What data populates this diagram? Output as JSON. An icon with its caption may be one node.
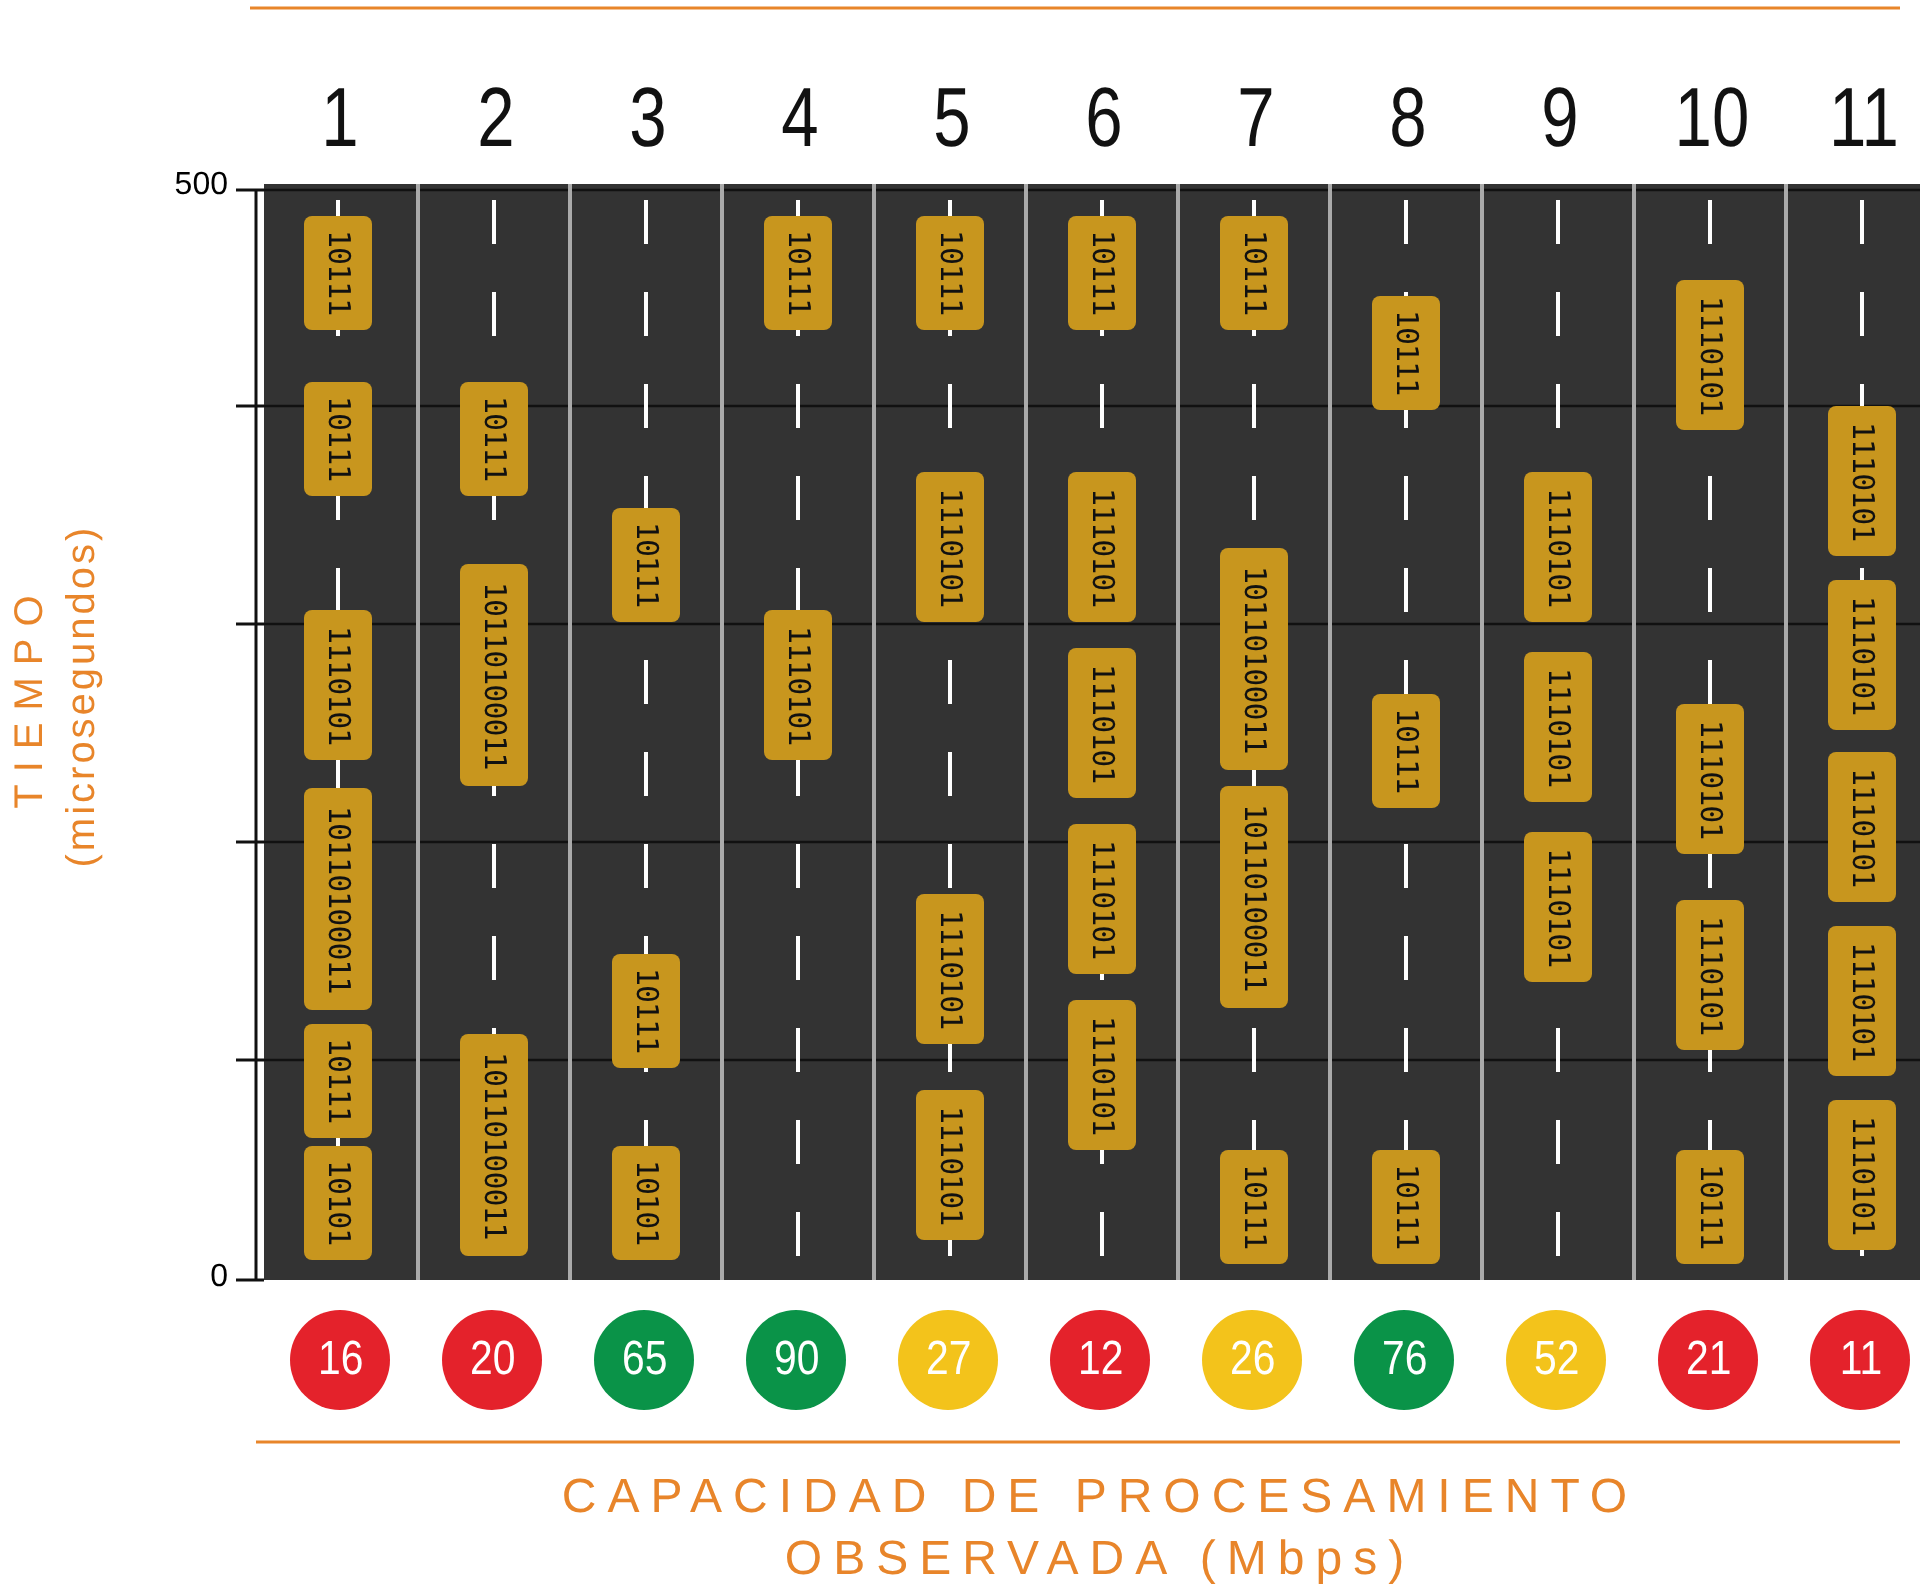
{
  "diagram": {
    "nodes": [
      {
        "text": [
          "1"
        ]
      },
      {
        "text": [
          "10111"
        ],
        "in": 0
      },
      {
        "text": [
          "10111"
        ],
        "in": 0
      },
      {
        "text": [
          "1110101"
        ],
        "in": 0
      },
      {
        "text": [
          "10110100011"
        ],
        "in": 0
      },
      {
        "text": [
          "10111"
        ],
        "in": 0
      },
      {
        "text": [
          "10101"
        ],
        "in": 0
      },
      {
        "text": [
          "2"
        ]
      },
      {
        "text": [
          "10111"
        ],
        "in": 7
      },
      {
        "text": [
          "10110100011"
        ],
        "in": 7
      },
      {
        "text": [
          "10110100011"
        ],
        "in": 7
      },
      {
        "text": [
          "3"
        ]
      },
      {
        "text": [
          "10111"
        ],
        "in": 11
      },
      {
        "text": [
          "10111"
        ],
        "in": 11
      },
      {
        "text": [
          "10101"
        ],
        "in": 11
      },
      {
        "text": [
          "4"
        ]
      },
      {
        "text": [
          "10111"
        ],
        "in": 15
      },
      {
        "text": [
          "1110101"
        ],
        "in": 15
      },
      {
        "text": [
          "5"
        ]
      },
      {
        "text": [
          "10111"
        ],
        "in": 18
      },
      {
        "text": [
          "1110101"
        ],
        "in": 18
      },
      {
        "text": [
          "1110101"
        ],
        "in": 18
      },
      {
        "text": [
          "1110101"
        ],
        "in": 18
      },
      {
        "text": [
          "6"
        ]
      },
      {
        "text": [
          "10111"
        ],
        "in": 23
      },
      {
        "text": [
          "1110101"
        ],
        "in": 23
      },
      {
        "text": [
          "1110101"
        ],
        "in": 23
      },
      {
        "text": [
          "1110101"
        ],
        "in": 23
      },
      {
        "text": [
          "1110101"
        ],
        "in": 23
      },
      {
        "text": [
          "7"
        ]
      },
      {
        "text": [
          "10111"
        ],
        "in": 29
      },
      {
        "text": [
          "10110100011"
        ],
        "in": 29
      },
      {
        "text": [
          "10110100011"
        ],
        "in": 29
      },
      {
        "text": [
          "10111"
        ],
        "in": 29
      },
      {
        "text": [
          "8"
        ]
      },
      {
        "text": [
          "10111"
        ],
        "in": 34
      },
      {
        "text": [
          "10111"
        ],
        "in": 34
      },
      {
        "text": [
          "10111"
        ],
        "in": 34
      },
      {
        "text": [
          "9"
        ]
      },
      {
        "text": [
          "1110101"
        ],
        "in": 38
      },
      {
        "text": [
          "1110101"
        ],
        "in": 38
      },
      {
        "text": [
          "1110101"
        ],
        "in": 38
      },
      {
        "text": [
          "10"
        ]
      },
      {
        "text": [
          "1110101"
        ],
        "in": 42
      },
      {
        "text": [
          "1110101"
        ],
        "in": 42
      },
      {
        "text": [
          "1110101"
        ],
        "in": 42
      },
      {
        "text": [
          "10111"
        ],
        "in": 42
      },
      {
        "text": [
          "11"
        ]
      },
      {
        "text": [
          "1110101"
        ],
        "in": 47
      },
      {
        "text": [
          "1110101"
        ],
        "in": 47
      },
      {
        "text": [
          "1110101"
        ],
        "in": 47
      },
      {
        "text": [
          "1110101"
        ],
        "in": 47
      },
      {
        "text": [
          "1110101"
        ],
        "in": 47
      },
      {
        "text": [
          "16"
        ]
      },
      {
        "text": [
          "20"
        ]
      },
      {
        "text": [
          "65"
        ]
      },
      {
        "text": [
          "90"
        ]
      },
      {
        "text": [
          "27"
        ]
      },
      {
        "text": [
          "12"
        ]
      },
      {
        "text": [
          "26"
        ]
      },
      {
        "text": [
          "76"
        ]
      },
      {
        "text": [
          "52"
        ]
      },
      {
        "text": [
          "21"
        ]
      },
      {
        "text": [
          "11"
        ]
      }
    ],
    "edges": [],
    "labels": [
      "500",
      "0",
      "TIEMPO",
      "(microsegundos)",
      "CAPACIDAD DE PROCESAMIENTO OBSERVADA (Mbps)"
    ]
  }
}
